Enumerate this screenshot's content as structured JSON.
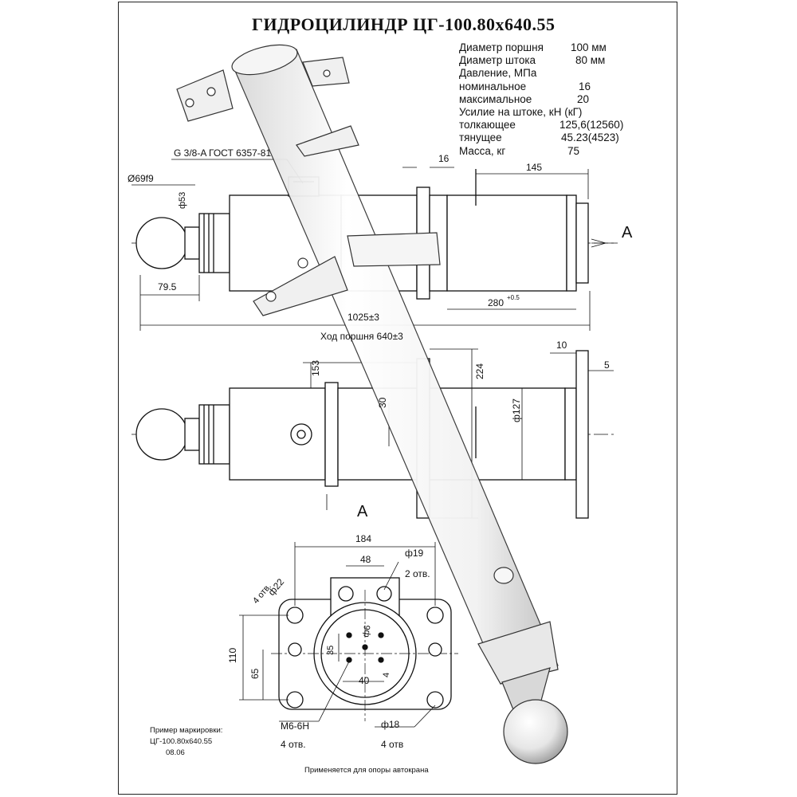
{
  "title": "ГИДРОЦИЛИНДР ЦГ-100.80х640.55",
  "specs": [
    {
      "label": "Диаметр поршня",
      "value": "100 мм"
    },
    {
      "label": "Диаметр штока",
      "value": "80 мм"
    },
    {
      "label": "Давление, МПа",
      "value": ""
    },
    {
      "label": "номинальное",
      "value": "16"
    },
    {
      "label": "максимальное",
      "value": "20"
    },
    {
      "label": "Усилие на штоке, кН (кГ)",
      "value": ""
    },
    {
      "label": "толкающее",
      "value": "125,6(12560)"
    },
    {
      "label": "тянущее",
      "value": "45.23(4523)"
    },
    {
      "label": "Масса, кг",
      "value": "75"
    }
  ],
  "dims": {
    "port": "G 3/8-A ГОСТ 6357-81",
    "sphere": "Ø69f9",
    "d53": "ф53",
    "d16": "16",
    "d145": "145",
    "d795": "79.5",
    "d280": "280",
    "d280_tol": "+0.5",
    "d1025": "1025±3",
    "stroke": "Ход поршня 640±3",
    "view_a": "А",
    "d10": "10",
    "d5": "5",
    "d153": "153",
    "d224": "224",
    "d30": "30",
    "d127": "ф127",
    "d184": "184",
    "d48": "48",
    "d19": "ф19",
    "holes2": "2 отв.",
    "d22": "ф22",
    "holes4a": "4 отв.",
    "d110": "110",
    "d65": "65",
    "d35": "35",
    "d40": "40",
    "d4": "4",
    "d6": "ф6",
    "m6": "М6-6Н",
    "holes4b": "4 отв.",
    "d18": "ф18",
    "holes4c": "4 отв"
  },
  "marking": {
    "label": "Пример маркировки:",
    "code": "ЦГ-100.80х640.55",
    "date": "08.06"
  },
  "footer": "Применяется для опоры автокрана"
}
